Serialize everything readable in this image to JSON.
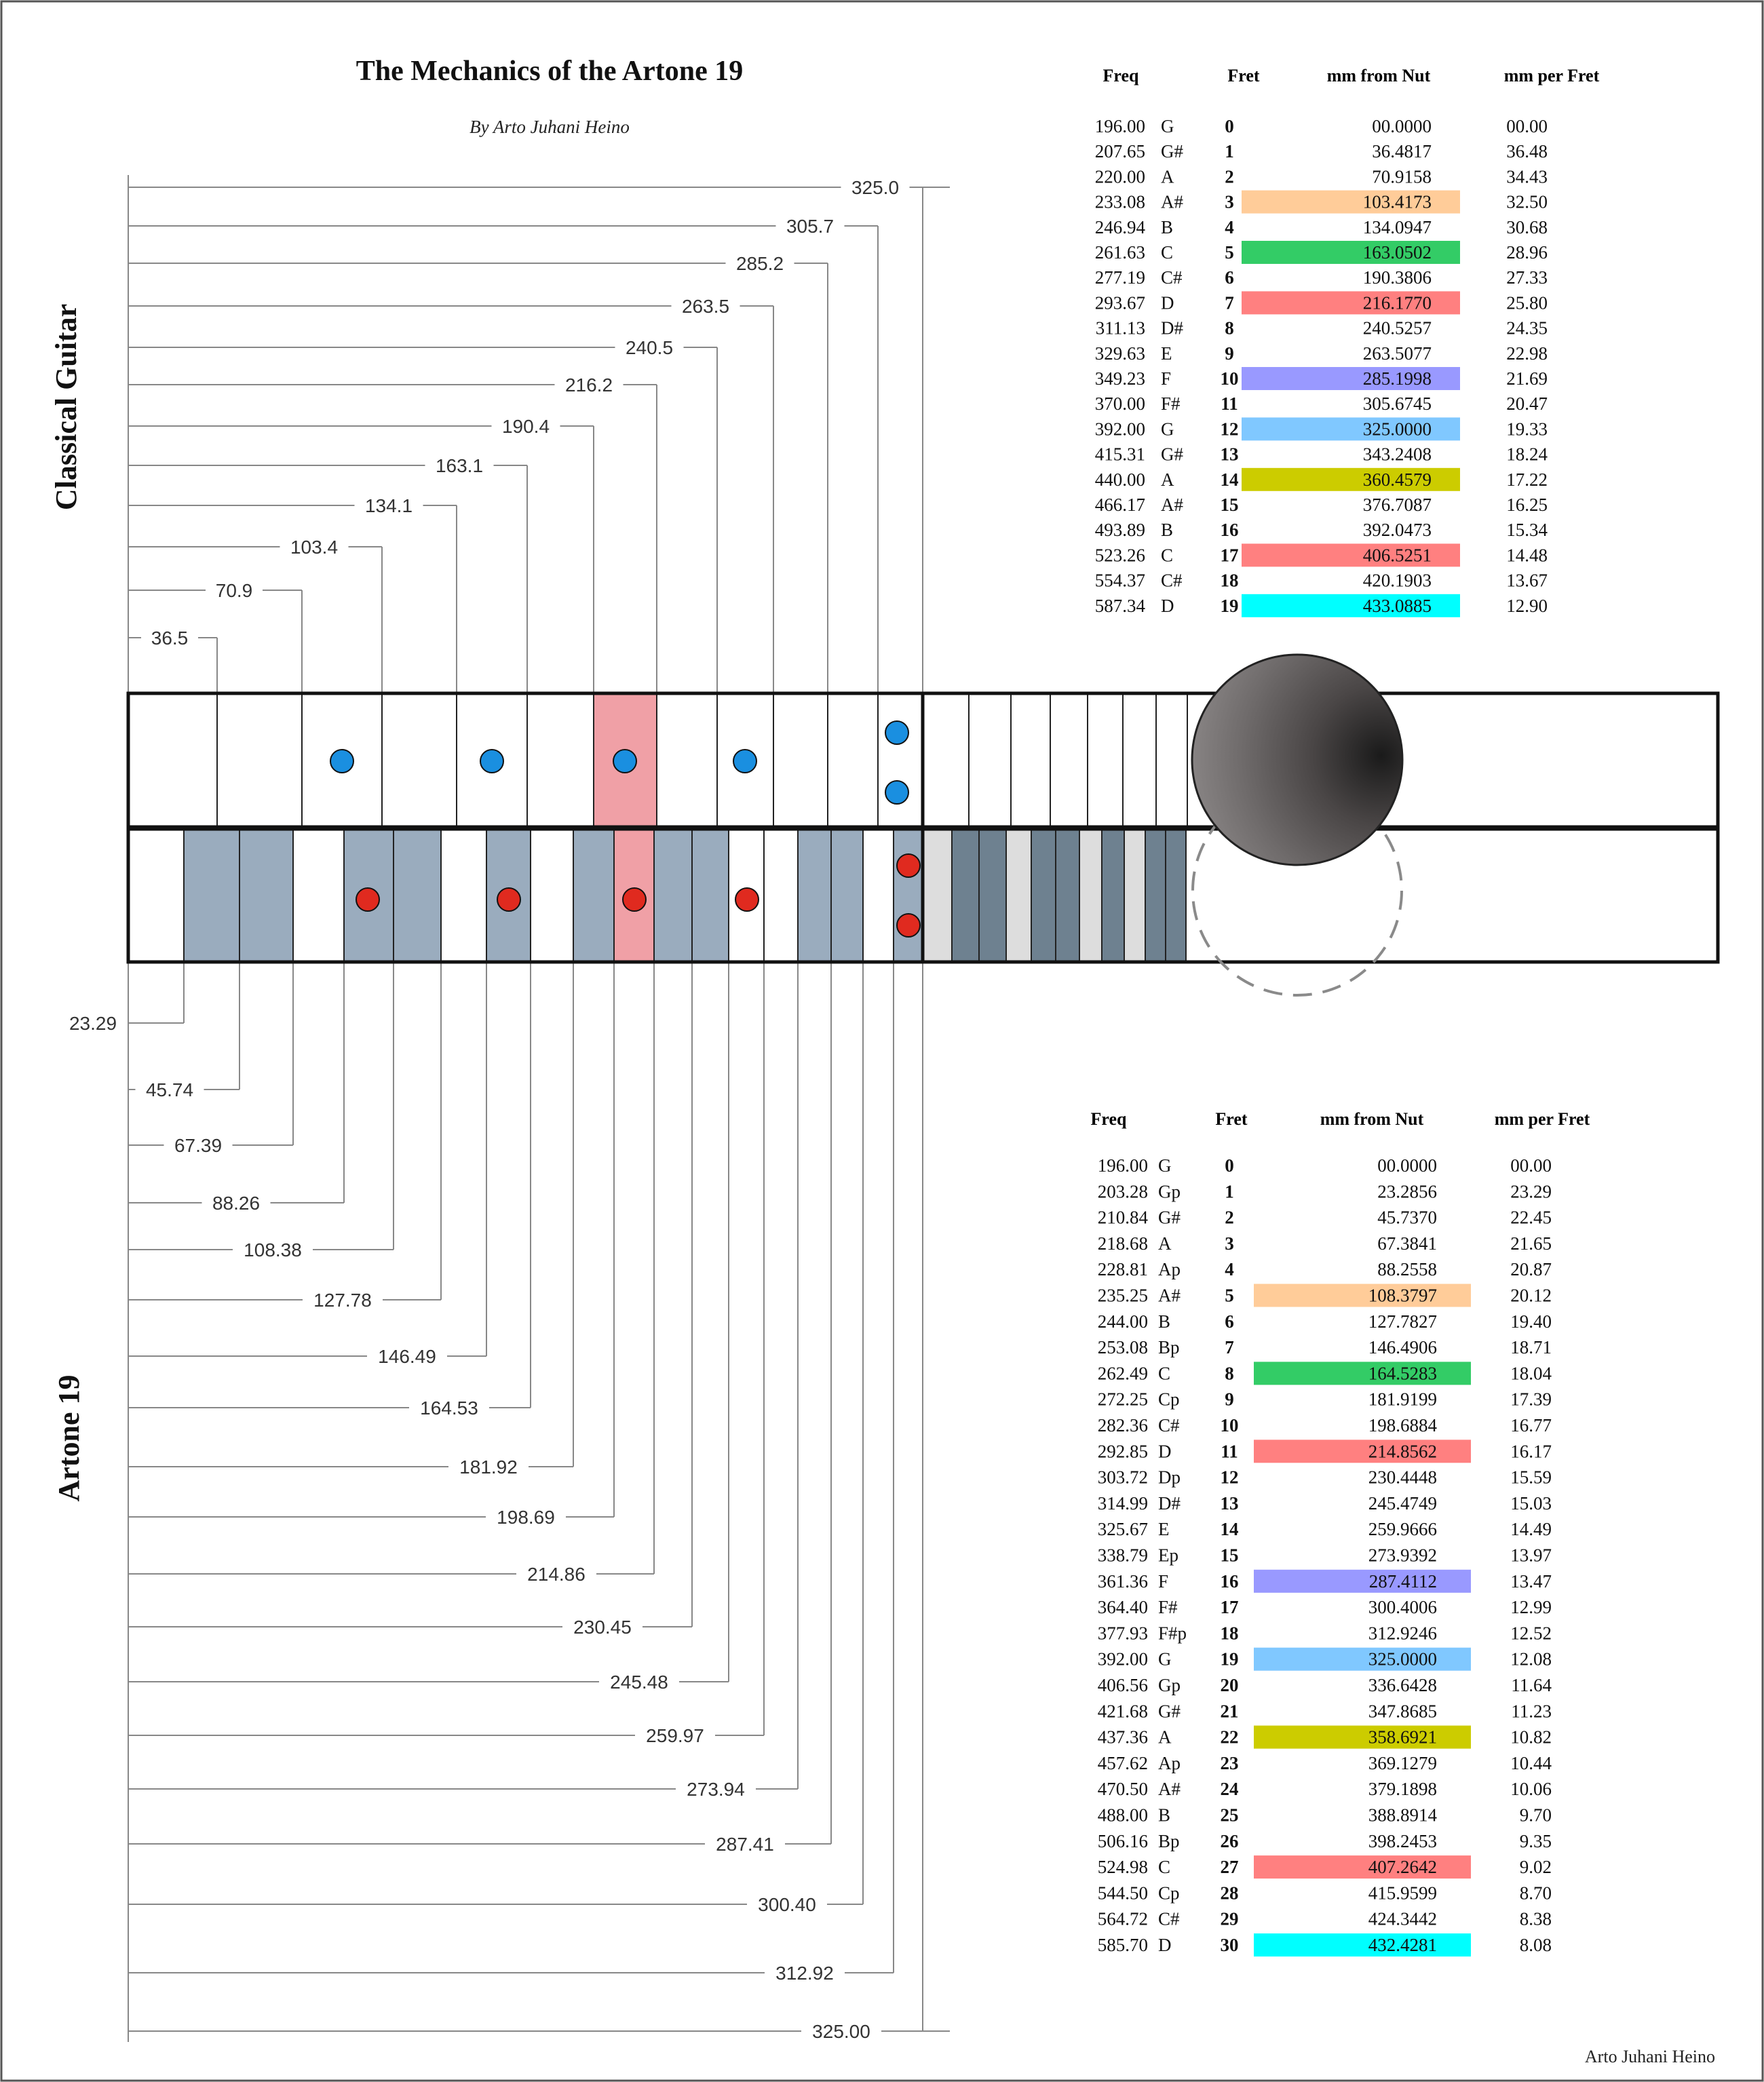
{
  "title": "The Mechanics of the Artone 19",
  "subtitle": "By Arto Juhani Heino",
  "footer_credit": "Arto Juhani Heino",
  "side_labels": {
    "top": "Classical Guitar",
    "bottom": "Artone 19"
  },
  "colors": {
    "highlight_3": "#ffcc99",
    "highlight_5": "#33cc66",
    "highlight_7": "#ff8080",
    "highlight_10": "#9999ff",
    "highlight_12": "#80c8ff",
    "highlight_14": "#cccc00",
    "highlight_19": "#00ffff",
    "marker_blue": "#1a8fe0",
    "marker_red": "#e02a1f",
    "fret_shade": "#9aacbe",
    "fret_shade_dark": "#6e8190",
    "fret_shade_light": "#dddddd",
    "fret_7_pink": "#f0a0a6"
  },
  "guitar_table": {
    "headers": {
      "freq": "Freq",
      "fret": "Fret",
      "mm_from_nut": "mm from Nut",
      "mm_per_fret": "mm per Fret"
    },
    "rows": [
      {
        "freq": "196.00",
        "note": "G",
        "fret": "0",
        "mm": "00.0000",
        "per": "00.00",
        "hl": ""
      },
      {
        "freq": "207.65",
        "note": "G#",
        "fret": "1",
        "mm": "36.4817",
        "per": "36.48",
        "hl": ""
      },
      {
        "freq": "220.00",
        "note": "A",
        "fret": "2",
        "mm": "70.9158",
        "per": "34.43",
        "hl": ""
      },
      {
        "freq": "233.08",
        "note": "A#",
        "fret": "3",
        "mm": "103.4173",
        "per": "32.50",
        "hl": "#ffcc99"
      },
      {
        "freq": "246.94",
        "note": "B",
        "fret": "4",
        "mm": "134.0947",
        "per": "30.68",
        "hl": ""
      },
      {
        "freq": "261.63",
        "note": "C",
        "fret": "5",
        "mm": "163.0502",
        "per": "28.96",
        "hl": "#33cc66"
      },
      {
        "freq": "277.19",
        "note": "C#",
        "fret": "6",
        "mm": "190.3806",
        "per": "27.33",
        "hl": ""
      },
      {
        "freq": "293.67",
        "note": "D",
        "fret": "7",
        "mm": "216.1770",
        "per": "25.80",
        "hl": "#ff8080"
      },
      {
        "freq": "311.13",
        "note": "D#",
        "fret": "8",
        "mm": "240.5257",
        "per": "24.35",
        "hl": ""
      },
      {
        "freq": "329.63",
        "note": "E",
        "fret": "9",
        "mm": "263.5077",
        "per": "22.98",
        "hl": ""
      },
      {
        "freq": "349.23",
        "note": "F",
        "fret": "10",
        "mm": "285.1998",
        "per": "21.69",
        "hl": "#9999ff"
      },
      {
        "freq": "370.00",
        "note": "F#",
        "fret": "11",
        "mm": "305.6745",
        "per": "20.47",
        "hl": ""
      },
      {
        "freq": "392.00",
        "note": "G",
        "fret": "12",
        "mm": "325.0000",
        "per": "19.33",
        "hl": "#80c8ff"
      },
      {
        "freq": "415.31",
        "note": "G#",
        "fret": "13",
        "mm": "343.2408",
        "per": "18.24",
        "hl": ""
      },
      {
        "freq": "440.00",
        "note": "A",
        "fret": "14",
        "mm": "360.4579",
        "per": "17.22",
        "hl": "#cccc00"
      },
      {
        "freq": "466.17",
        "note": "A#",
        "fret": "15",
        "mm": "376.7087",
        "per": "16.25",
        "hl": ""
      },
      {
        "freq": "493.89",
        "note": "B",
        "fret": "16",
        "mm": "392.0473",
        "per": "15.34",
        "hl": ""
      },
      {
        "freq": "523.26",
        "note": "C",
        "fret": "17",
        "mm": "406.5251",
        "per": "14.48",
        "hl": "#ff8080"
      },
      {
        "freq": "554.37",
        "note": "C#",
        "fret": "18",
        "mm": "420.1903",
        "per": "13.67",
        "hl": ""
      },
      {
        "freq": "587.34",
        "note": "D",
        "fret": "19",
        "mm": "433.0885",
        "per": "12.90",
        "hl": "#00ffff"
      }
    ]
  },
  "artone_table": {
    "headers": {
      "freq": "Freq",
      "fret": "Fret",
      "mm_from_nut": "mm from Nut",
      "mm_per_fret": "mm per Fret"
    },
    "rows": [
      {
        "freq": "196.00",
        "note": "G",
        "fret": "0",
        "mm": "00.0000",
        "per": "00.00",
        "hl": ""
      },
      {
        "freq": "203.28",
        "note": "Gp",
        "fret": "1",
        "mm": "23.2856",
        "per": "23.29",
        "hl": ""
      },
      {
        "freq": "210.84",
        "note": "G#",
        "fret": "2",
        "mm": "45.7370",
        "per": "22.45",
        "hl": ""
      },
      {
        "freq": "218.68",
        "note": "A",
        "fret": "3",
        "mm": "67.3841",
        "per": "21.65",
        "hl": ""
      },
      {
        "freq": "228.81",
        "note": "Ap",
        "fret": "4",
        "mm": "88.2558",
        "per": "20.87",
        "hl": ""
      },
      {
        "freq": "235.25",
        "note": "A#",
        "fret": "5",
        "mm": "108.3797",
        "per": "20.12",
        "hl": "#ffcc99"
      },
      {
        "freq": "244.00",
        "note": "B",
        "fret": "6",
        "mm": "127.7827",
        "per": "19.40",
        "hl": ""
      },
      {
        "freq": "253.08",
        "note": "Bp",
        "fret": "7",
        "mm": "146.4906",
        "per": "18.71",
        "hl": ""
      },
      {
        "freq": "262.49",
        "note": "C",
        "fret": "8",
        "mm": "164.5283",
        "per": "18.04",
        "hl": "#33cc66"
      },
      {
        "freq": "272.25",
        "note": "Cp",
        "fret": "9",
        "mm": "181.9199",
        "per": "17.39",
        "hl": ""
      },
      {
        "freq": "282.36",
        "note": "C#",
        "fret": "10",
        "mm": "198.6884",
        "per": "16.77",
        "hl": ""
      },
      {
        "freq": "292.85",
        "note": "D",
        "fret": "11",
        "mm": "214.8562",
        "per": "16.17",
        "hl": "#ff8080"
      },
      {
        "freq": "303.72",
        "note": "Dp",
        "fret": "12",
        "mm": "230.4448",
        "per": "15.59",
        "hl": ""
      },
      {
        "freq": "314.99",
        "note": "D#",
        "fret": "13",
        "mm": "245.4749",
        "per": "15.03",
        "hl": ""
      },
      {
        "freq": "325.67",
        "note": "E",
        "fret": "14",
        "mm": "259.9666",
        "per": "14.49",
        "hl": ""
      },
      {
        "freq": "338.79",
        "note": "Ep",
        "fret": "15",
        "mm": "273.9392",
        "per": "13.97",
        "hl": ""
      },
      {
        "freq": "361.36",
        "note": "F",
        "fret": "16",
        "mm": "287.4112",
        "per": "13.47",
        "hl": "#9999ff"
      },
      {
        "freq": "364.40",
        "note": "F#",
        "fret": "17",
        "mm": "300.4006",
        "per": "12.99",
        "hl": ""
      },
      {
        "freq": "377.93",
        "note": "F#p",
        "fret": "18",
        "mm": "312.9246",
        "per": "12.52",
        "hl": ""
      },
      {
        "freq": "392.00",
        "note": "G",
        "fret": "19",
        "mm": "325.0000",
        "per": "12.08",
        "hl": "#80c8ff"
      },
      {
        "freq": "406.56",
        "note": "Gp",
        "fret": "20",
        "mm": "336.6428",
        "per": "11.64",
        "hl": ""
      },
      {
        "freq": "421.68",
        "note": "G#",
        "fret": "21",
        "mm": "347.8685",
        "per": "11.23",
        "hl": ""
      },
      {
        "freq": "437.36",
        "note": "A",
        "fret": "22",
        "mm": "358.6921",
        "per": "10.82",
        "hl": "#cccc00"
      },
      {
        "freq": "457.62",
        "note": "Ap",
        "fret": "23",
        "mm": "369.1279",
        "per": "10.44",
        "hl": ""
      },
      {
        "freq": "470.50",
        "note": "A#",
        "fret": "24",
        "mm": "379.1898",
        "per": "10.06",
        "hl": ""
      },
      {
        "freq": "488.00",
        "note": "B",
        "fret": "25",
        "mm": "388.8914",
        "per": "9.70",
        "hl": ""
      },
      {
        "freq": "506.16",
        "note": "Bp",
        "fret": "26",
        "mm": "398.2453",
        "per": "9.35",
        "hl": ""
      },
      {
        "freq": "524.98",
        "note": "C",
        "fret": "27",
        "mm": "407.2642",
        "per": "9.02",
        "hl": "#ff8080"
      },
      {
        "freq": "544.50",
        "note": "Cp",
        "fret": "28",
        "mm": "415.9599",
        "per": "8.70",
        "hl": ""
      },
      {
        "freq": "564.72",
        "note": "C#",
        "fret": "29",
        "mm": "424.3442",
        "per": "8.38",
        "hl": ""
      },
      {
        "freq": "585.70",
        "note": "D",
        "fret": "30",
        "mm": "432.4281",
        "per": "8.08",
        "hl": "#00ffff"
      }
    ]
  },
  "guitar_dimension_labels": [
    "36.5",
    "70.9",
    "103.4",
    "134.1",
    "163.1",
    "190.4",
    "216.2",
    "240.5",
    "263.5",
    "285.2",
    "305.7",
    "325.0"
  ],
  "artone_dimension_labels": [
    "23.29",
    "45.74",
    "67.39",
    "88.26",
    "108.38",
    "127.78",
    "146.49",
    "164.53",
    "181.92",
    "198.69",
    "214.86",
    "230.45",
    "245.48",
    "259.97",
    "273.94",
    "287.41",
    "300.40",
    "312.92",
    "325.00"
  ]
}
